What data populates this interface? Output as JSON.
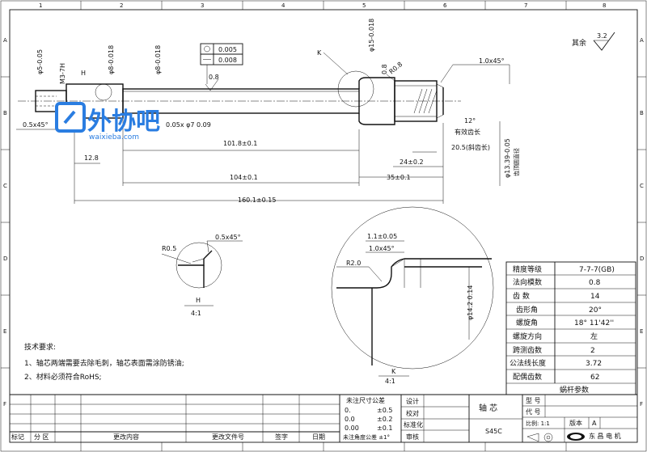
{
  "frame": {
    "top_zone_numbers": [
      "1",
      "2",
      "3",
      "4",
      "5",
      "6",
      "7",
      "8"
    ],
    "side_zone_letters": [
      "A",
      "B",
      "C",
      "D",
      "E",
      "F"
    ]
  },
  "watermark": {
    "logo_text": "外协吧",
    "url": "waixieba.com"
  },
  "remaining_roughness": {
    "label": "其余",
    "value": "3.2"
  },
  "main_view": {
    "dims": {
      "d_left_end": "φ5-0.05",
      "thread": "M3-7H",
      "d8_a": "φ8-0.018",
      "d8_b": "φ8-0.018",
      "tol_flat": "0.005",
      "tol_run": "0.008",
      "roughness": "0.8",
      "k_label": "K",
      "h_label": "H",
      "d15": "φ15-0.018",
      "roughness_k": "0.8",
      "radius": "R0.8",
      "chamfer_right": "1.0x45°",
      "chamfer_left": "0.5x45°",
      "groove": "0.05x φ7 0.09",
      "helix_angle": "12°",
      "effective_teeth_len": "有效齿长",
      "tooth_len": "20.5(斜齿长)",
      "len_24": "24±0.2",
      "len_35": "35±0.1",
      "len_101": "101.8±0.1",
      "len_104": "104±0.1",
      "len_160": "160.1±0.15",
      "len_12": "12.8",
      "tip_diameter": "φ13.39-0.05",
      "tip_diameter_note": "齿顶圆直径"
    }
  },
  "detail_h": {
    "label": "H",
    "scale": "4:1",
    "chamfer": "0.5x45°",
    "radius": "R0.5"
  },
  "detail_k": {
    "label": "K",
    "scale": "4:1",
    "dim_1_1": "1.1±0.05",
    "chamfer": "1.0x45°",
    "radius": "R2.0",
    "diameter": "φ14.2 0.14"
  },
  "tech_req": {
    "title": "技术要求:",
    "items": [
      "1、轴芯两端需要去除毛刺，轴芯表面需涂防锈油;",
      "2、材料必须符合RoHS;"
    ]
  },
  "gear_params": {
    "rows": [
      {
        "label": "精度等级",
        "value": "7-7-7(GB)"
      },
      {
        "label": "法向模数",
        "value": "0.8"
      },
      {
        "label": "齿    数",
        "value": "14"
      },
      {
        "label": "齿形角",
        "value": "20°"
      },
      {
        "label": "螺旋角",
        "value": "18° 11'42''"
      },
      {
        "label": "螺旋方向",
        "value": "左"
      },
      {
        "label": "跨测齿数",
        "value": "2"
      },
      {
        "label": "公法线长度",
        "value": "3.72"
      },
      {
        "label": "配偶齿数",
        "value": "62"
      }
    ],
    "caption": "蜗杆参数"
  },
  "title_block": {
    "tolerance_header": "未注尺寸公差",
    "tol_rows": [
      {
        "a": "0.",
        "b": "±0.5"
      },
      {
        "a": "0.0",
        "b": "±0.2"
      },
      {
        "a": "0.00",
        "b": "±0.1"
      }
    ],
    "angle_tol": "未注角度公差 ±1°",
    "design": "设计",
    "check": "校对",
    "standard": "标准化",
    "approve": "审核",
    "part_name": "轴    芯",
    "material": "S45C",
    "model_label": "型  号",
    "code_label": "代  号",
    "scale_label": "比例: 1:1",
    "version_label": "版本",
    "version_value": "A",
    "company": "东 昌 电 机",
    "bottom_headers": [
      "标记",
      "分 区",
      "更改内容",
      "更改文件号",
      "签字",
      "日期"
    ]
  }
}
